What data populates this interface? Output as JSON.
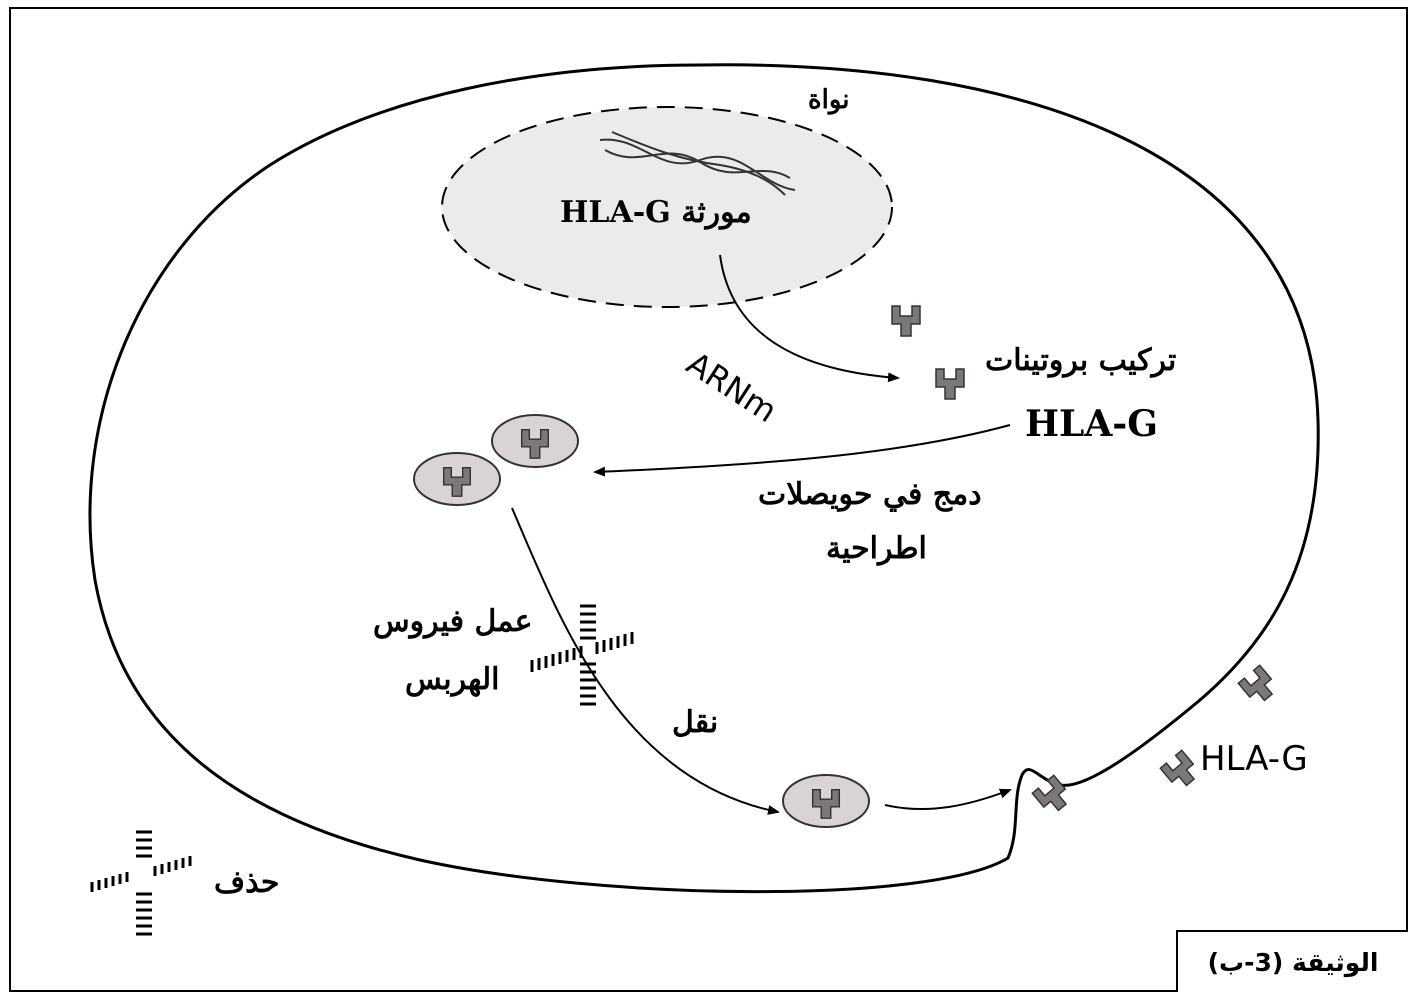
{
  "labels": {
    "nucleus": "نواة",
    "gene": "مورثة HLA-G",
    "mrna": "ARNm",
    "synthesis_line1": "تركيب بروتينات",
    "synthesis_line2": "HLA-G",
    "vesicle_line1": "دمج في حويصلات",
    "vesicle_line2": "اطراحية",
    "herpes_line1": "عمل فيروس",
    "herpes_line2": "الهربس",
    "transport": "نقل",
    "membrane_protein": "HLA-G",
    "deletion": "حذف"
  },
  "document_label": "الوثيقة (3-ب)",
  "colors": {
    "nucleus_fill": "#ecebea",
    "protein_fill": "#7d7878",
    "vesicle_fill": "#d9d3d3",
    "line": "#000000"
  },
  "icons": {
    "dna": "dna-helix-icon",
    "protein": "y-shaped-protein-icon",
    "block": "hatched-cross-icon"
  }
}
